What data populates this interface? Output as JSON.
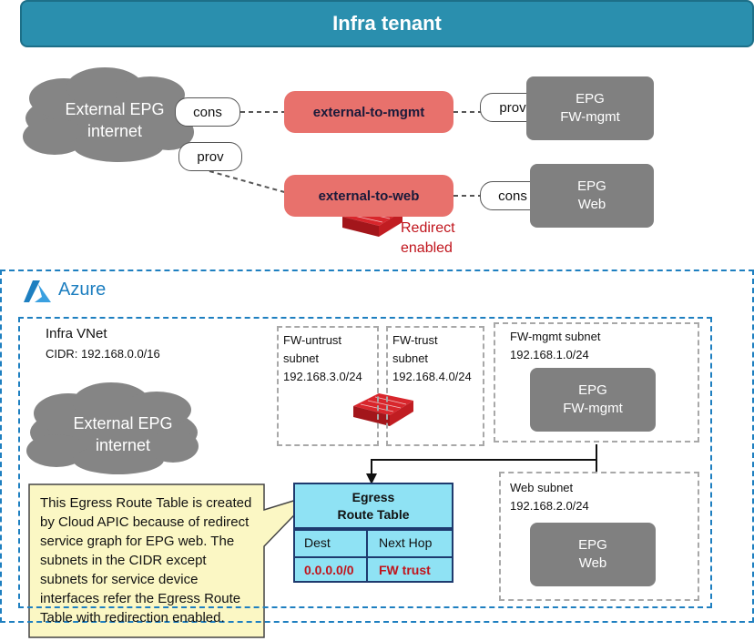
{
  "title": "Infra tenant",
  "top": {
    "external_epg": {
      "line1": "External EPG",
      "line2": "internet"
    },
    "cons_pill_left": "cons",
    "prov_pill_left": "prov",
    "contract_mgmt": "external-to-mgmt",
    "contract_web": "external-to-web",
    "prov_pill_right": "prov",
    "cons_pill_right": "cons",
    "epg_fw_mgmt": {
      "line1": "EPG",
      "line2": "FW-mgmt"
    },
    "epg_web": {
      "line1": "EPG",
      "line2": "Web"
    },
    "redirect": {
      "line1": "Redirect",
      "line2": "enabled"
    }
  },
  "azure": {
    "label": "Azure",
    "vnet": {
      "title": "Infra VNet",
      "cidr": "CIDR: 192.168.0.0/16"
    },
    "external_epg": {
      "line1": "External EPG",
      "line2": "internet"
    },
    "fw_untrust": {
      "line1": "FW-untrust",
      "line2": "subnet",
      "line3": "192.168.3.0/24"
    },
    "fw_trust": {
      "line1": "FW-trust",
      "line2": "subnet",
      "line3": "192.168.4.0/24"
    },
    "fw_mgmt_subnet": {
      "line1": "FW-mgmt subnet",
      "line2": "192.168.1.0/24",
      "epg_line1": "EPG",
      "epg_line2": "FW-mgmt"
    },
    "web_subnet": {
      "line1": "Web subnet",
      "line2": "192.168.2.0/24",
      "epg_line1": "EPG",
      "epg_line2": "Web"
    },
    "route_table": {
      "title_line1": "Egress",
      "title_line2": "Route Table",
      "col_dest": "Dest",
      "col_nexthop": "Next Hop",
      "row_dest": "0.0.0.0/0",
      "row_nexthop": "FW trust"
    },
    "callout": "This Egress Route Table is created by Cloud APIC because of redirect service graph for EPG web. The subnets in the CIDR except subnets for service device interfaces refer the Egress Route Table with redirection enabled."
  },
  "colors": {
    "header": "#2a8fae",
    "contract": "#e8716c",
    "epg": "#808080",
    "azure_blue": "#1e7fc0",
    "route_table": "#8fe2f4",
    "redirect_red": "#c0141c",
    "callout_fill": "#fbf7c4"
  }
}
